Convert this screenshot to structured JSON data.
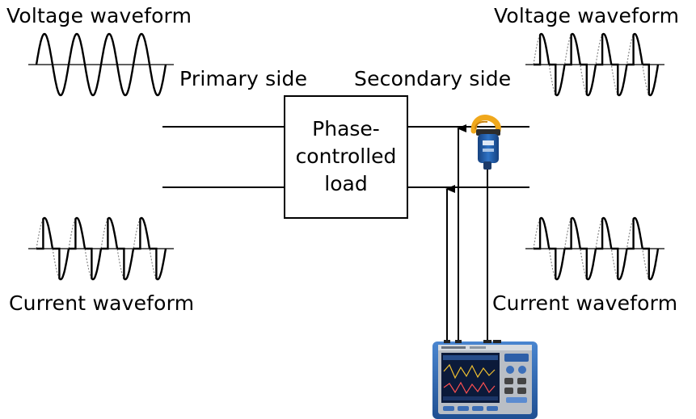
{
  "labels": {
    "voltage_left": "Voltage waveform",
    "voltage_right": "Voltage waveform",
    "primary_side": "Primary side",
    "secondary_side": "Secondary side",
    "current_left": "Current waveform",
    "current_right": "Current waveform"
  },
  "load_box": {
    "lines": [
      "Phase-",
      "controlled",
      "load"
    ]
  },
  "colors": {
    "line": "#000000",
    "dotted_reference": "#888888",
    "probe_body": "#1f5aa6",
    "probe_jaw": "#f0a81c",
    "instrument_frame": "#2e69b8"
  }
}
